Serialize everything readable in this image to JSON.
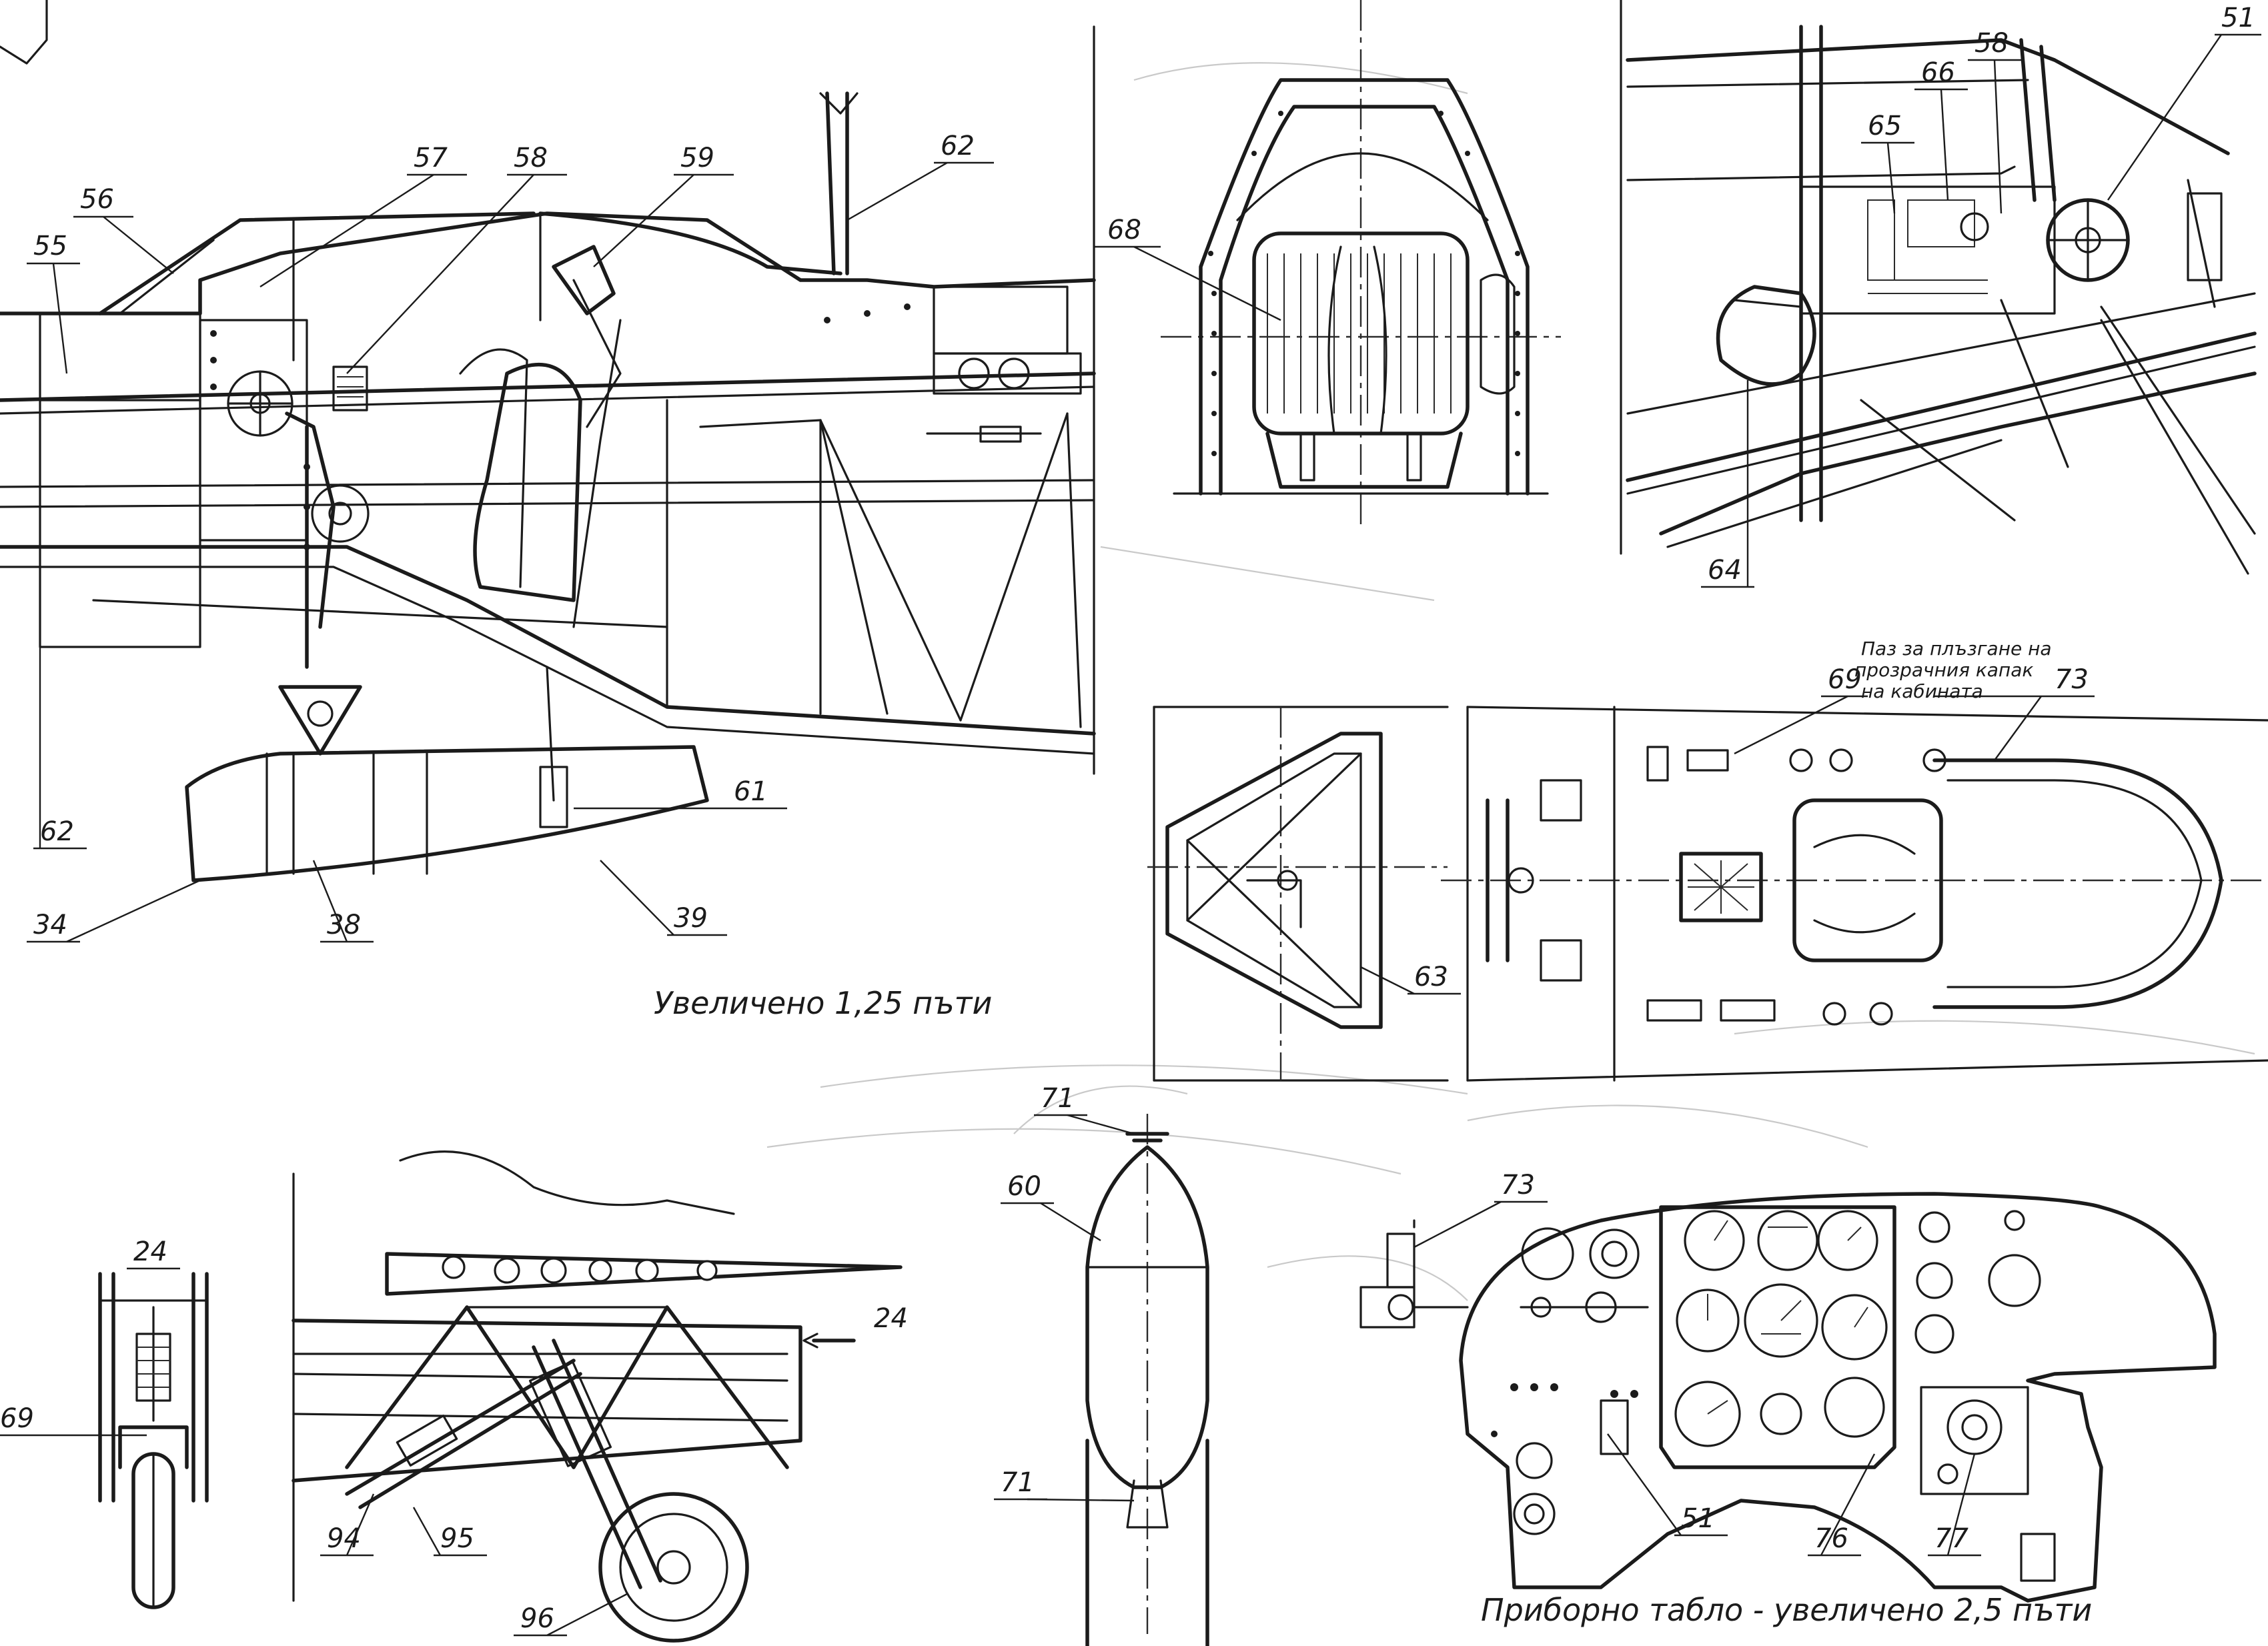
{
  "captions": {
    "side_view_scale": "Увеличено 1,25 пъти",
    "panel_scale": "Приборно табло - увеличено 2,5 пъти"
  },
  "notes": {
    "canopy_slot_line1": "Паз за плъзгане на",
    "canopy_slot_line2": "прозрачния капак",
    "canopy_slot_line3": "на кабината"
  },
  "callouts": {
    "side_view": [
      "55",
      "56",
      "57",
      "58",
      "59",
      "62",
      "62",
      "61",
      "34",
      "38",
      "39"
    ],
    "cockpit_front": [
      "68"
    ],
    "cockpit_right": [
      "51",
      "58",
      "66",
      "65",
      "64"
    ],
    "top_view": [
      "69",
      "73",
      "63"
    ],
    "gear_front": [
      "24",
      "69"
    ],
    "gear_side": [
      "24",
      "94",
      "95",
      "96"
    ],
    "bomb": [
      "71",
      "60",
      "71"
    ],
    "panel": [
      "73",
      "51",
      "76",
      "77"
    ]
  }
}
